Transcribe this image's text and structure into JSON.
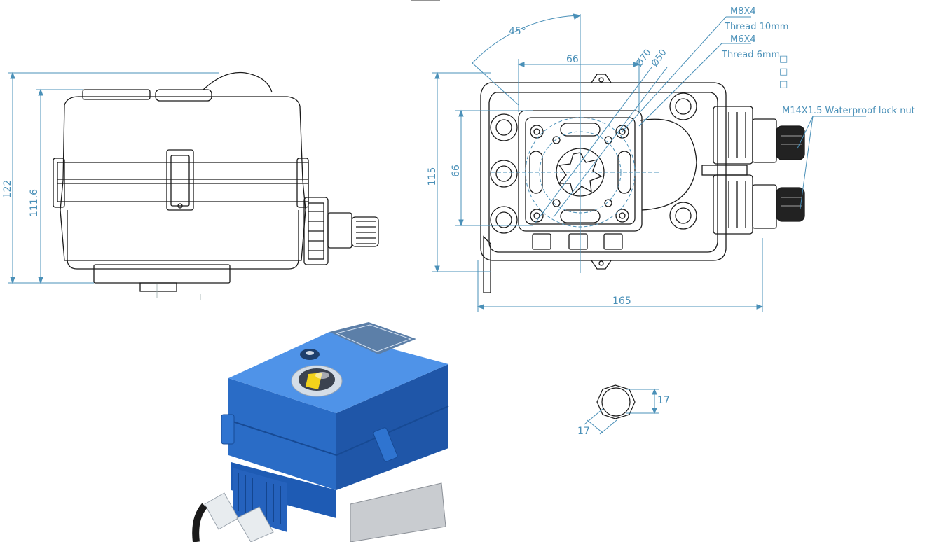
{
  "colors": {
    "dimension": "#4a90b8",
    "outline": "#1a1a1a",
    "body_blue": "#2f74d0",
    "body_blue_dark": "#1f56a8",
    "body_blue_light": "#4f93e8",
    "indicator_yellow": "#f2d21b",
    "label_plate": "#5c7fa8"
  },
  "side_view": {
    "dim_overall_height": "122",
    "dim_body_height": "111.6"
  },
  "bottom_view": {
    "dim_angle": "45°",
    "dim_bolt_spacing_top": "66",
    "dim_bolt_spacing_side": "66",
    "dim_circle_70": "Ø70",
    "dim_circle_50": "Ø50",
    "dim_height": "115",
    "dim_width": "165",
    "callout_m8": "M8X4",
    "callout_m8_thread": "Thread 10mm",
    "callout_m6": "M6X4",
    "callout_m6_thread": "Thread 6mm",
    "callout_gland": "M14X1.5 Waterproof lock nut",
    "legend_marks": [
      "□",
      "□",
      "□"
    ]
  },
  "shaft_detail": {
    "dim_flat_height": "17",
    "dim_flat_width": "17"
  },
  "icons": {
    "cable_gland": "cable-gland-icon",
    "indicator_dome": "position-indicator-icon"
  }
}
